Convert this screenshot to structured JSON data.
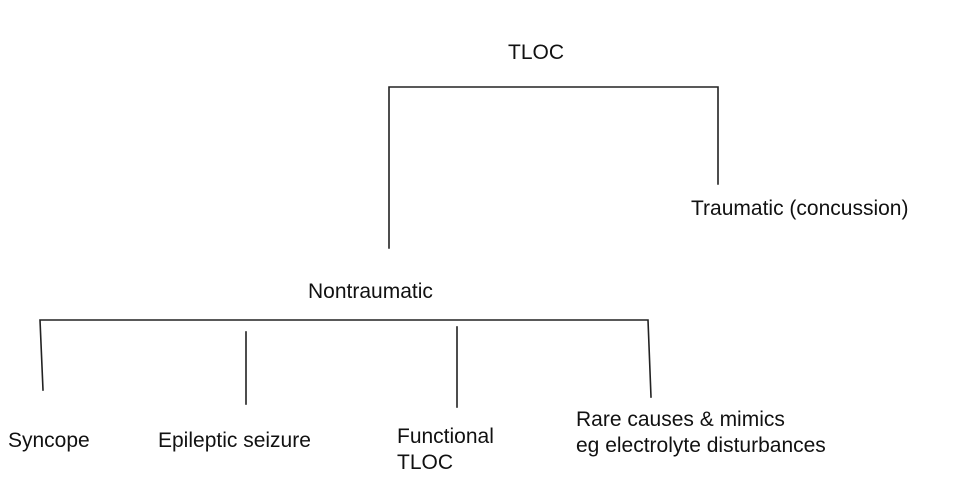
{
  "diagram": {
    "root": {
      "label": "TLOC"
    },
    "traumatic": {
      "label": "Traumatic (concussion)"
    },
    "nontraumatic": {
      "label": "Nontraumatic"
    },
    "children": {
      "syncope": {
        "label": "Syncope"
      },
      "epileptic": {
        "label": "Epileptic seizure"
      },
      "functional": {
        "line1": "Functional",
        "line2": "TLOC"
      },
      "rare": {
        "line1": "Rare causes & mimics",
        "line2": "eg electrolyte disturbances"
      }
    },
    "line_color": "#222222"
  }
}
